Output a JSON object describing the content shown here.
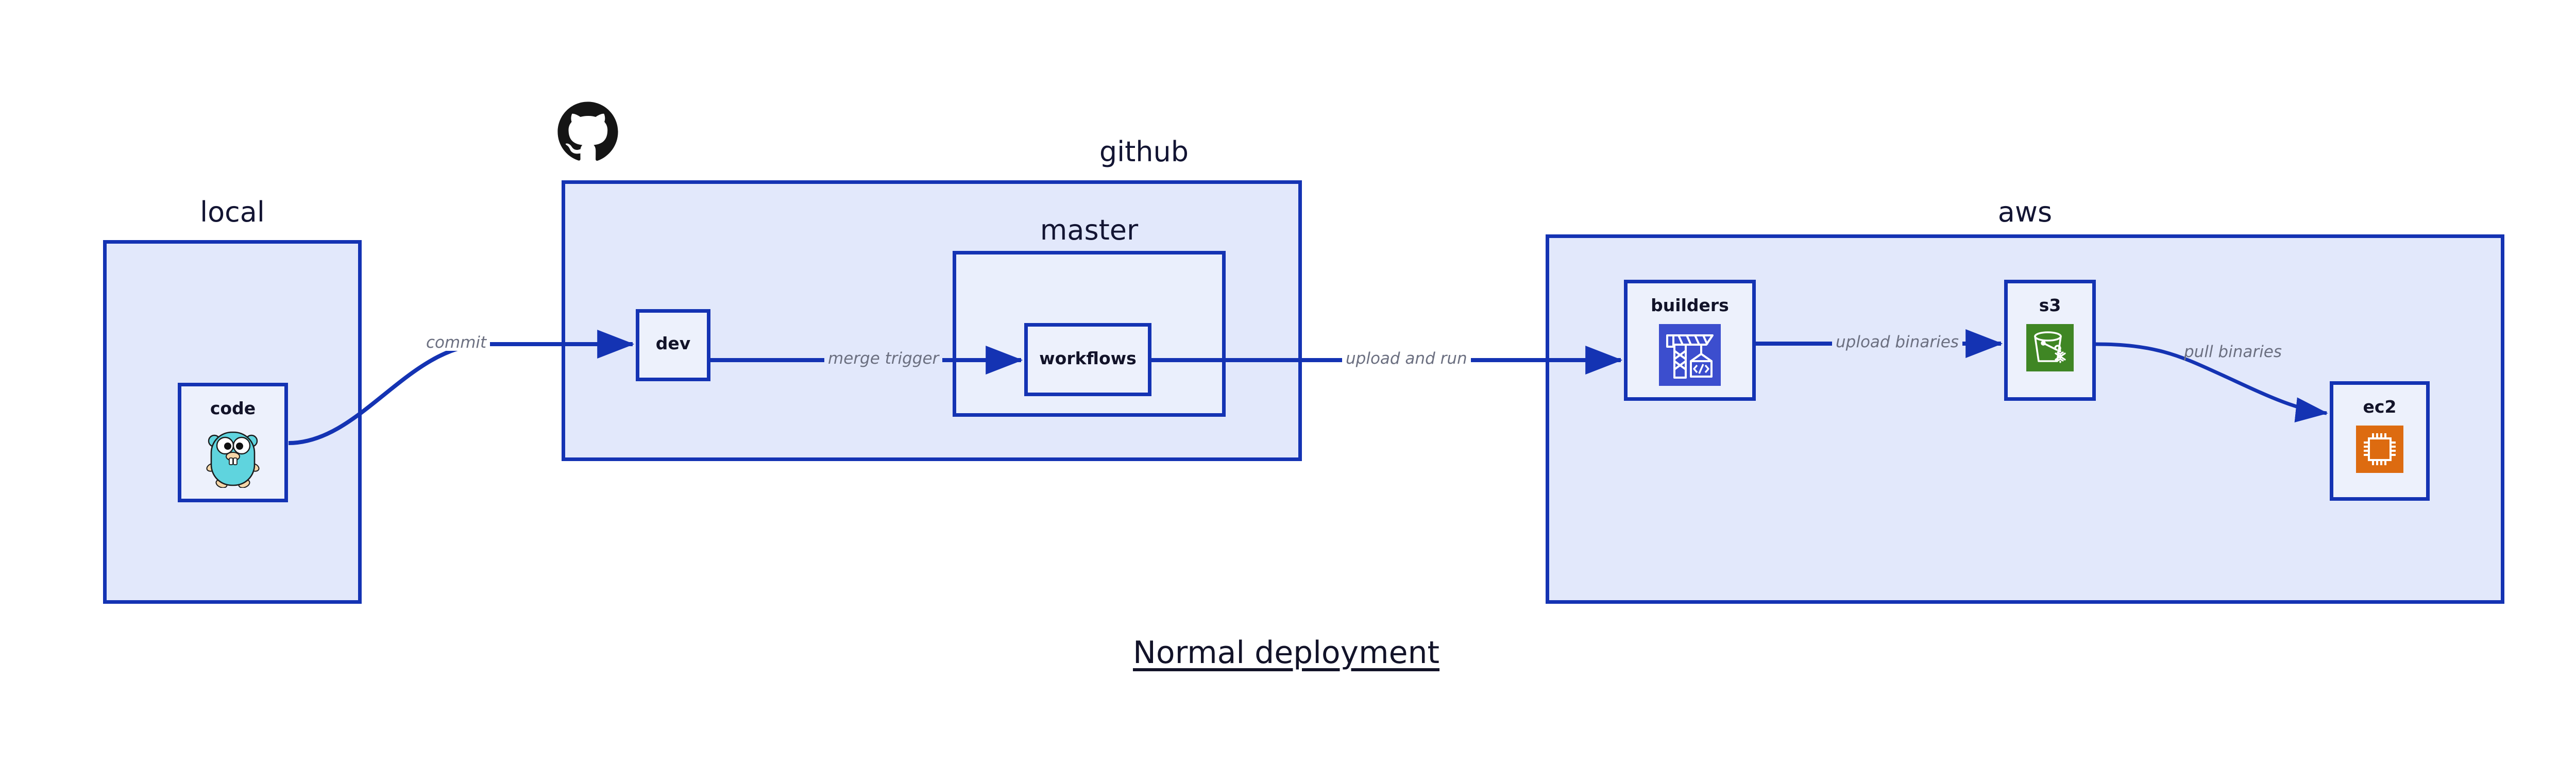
{
  "diagram": {
    "title": "Normal deployment",
    "colors": {
      "group_border": "#1433b3",
      "group_fill": "#e2e8fb",
      "group_inner_fill": "#eaeffc",
      "node_fill": "#edf1fc",
      "edge": "#1433b3",
      "edge_label_text": "#6b6f80",
      "title_text": "#121329",
      "builders_icon_bg": "#3c4ece",
      "s3_icon_bg": "#3f8624",
      "ec2_icon_bg": "#dd6b10",
      "gopher_body": "#5fd4de",
      "github_mark": "#151515"
    }
  },
  "groups": [
    {
      "id": "local",
      "label": "local"
    },
    {
      "id": "github",
      "label": "github"
    },
    {
      "id": "master",
      "label": "master"
    },
    {
      "id": "aws",
      "label": "aws"
    }
  ],
  "nodes": [
    {
      "id": "code",
      "label": "code",
      "icon": "go-gopher-icon",
      "group": "local"
    },
    {
      "id": "dev",
      "label": "dev",
      "icon": "none",
      "group": "github"
    },
    {
      "id": "workflows",
      "label": "workflows",
      "icon": "none",
      "group": "master"
    },
    {
      "id": "builders",
      "label": "builders",
      "icon": "crane-code-icon",
      "group": "aws"
    },
    {
      "id": "s3",
      "label": "s3",
      "icon": "s3-bucket-icon",
      "group": "aws"
    },
    {
      "id": "ec2",
      "label": "ec2",
      "icon": "cpu-chip-icon",
      "group": "aws"
    }
  ],
  "edges": [
    {
      "id": "commit",
      "label": "commit",
      "from": "code",
      "to": "dev"
    },
    {
      "id": "merge-trigger",
      "label": "merge trigger",
      "from": "dev",
      "to": "workflows"
    },
    {
      "id": "upload-and-run",
      "label": "upload and run",
      "from": "workflows",
      "to": "builders"
    },
    {
      "id": "upload-binaries",
      "label": "upload binaries",
      "from": "builders",
      "to": "s3"
    },
    {
      "id": "pull-binaries",
      "label": "pull binaries",
      "from": "s3",
      "to": "ec2"
    }
  ],
  "logos": [
    {
      "id": "github-mark",
      "name": "github-octocat-logo"
    }
  ]
}
